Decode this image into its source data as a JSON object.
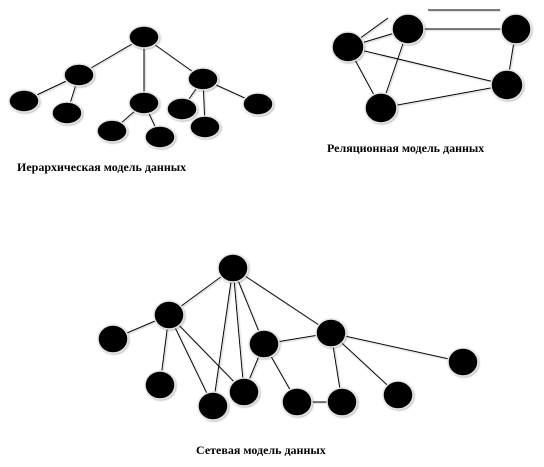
{
  "diagrams": [
    {
      "id": "hierarchical",
      "caption": "Иерархическая модель данных"
    },
    {
      "id": "relational",
      "caption": "Реляционная модель  данных"
    },
    {
      "id": "network",
      "caption": "Сетевая модель данных"
    }
  ],
  "colors": {
    "node_fill": "#000000",
    "node_halo": "#e6e6e6",
    "edge": "#000000",
    "caption": "#000000",
    "background": "#ffffff"
  }
}
